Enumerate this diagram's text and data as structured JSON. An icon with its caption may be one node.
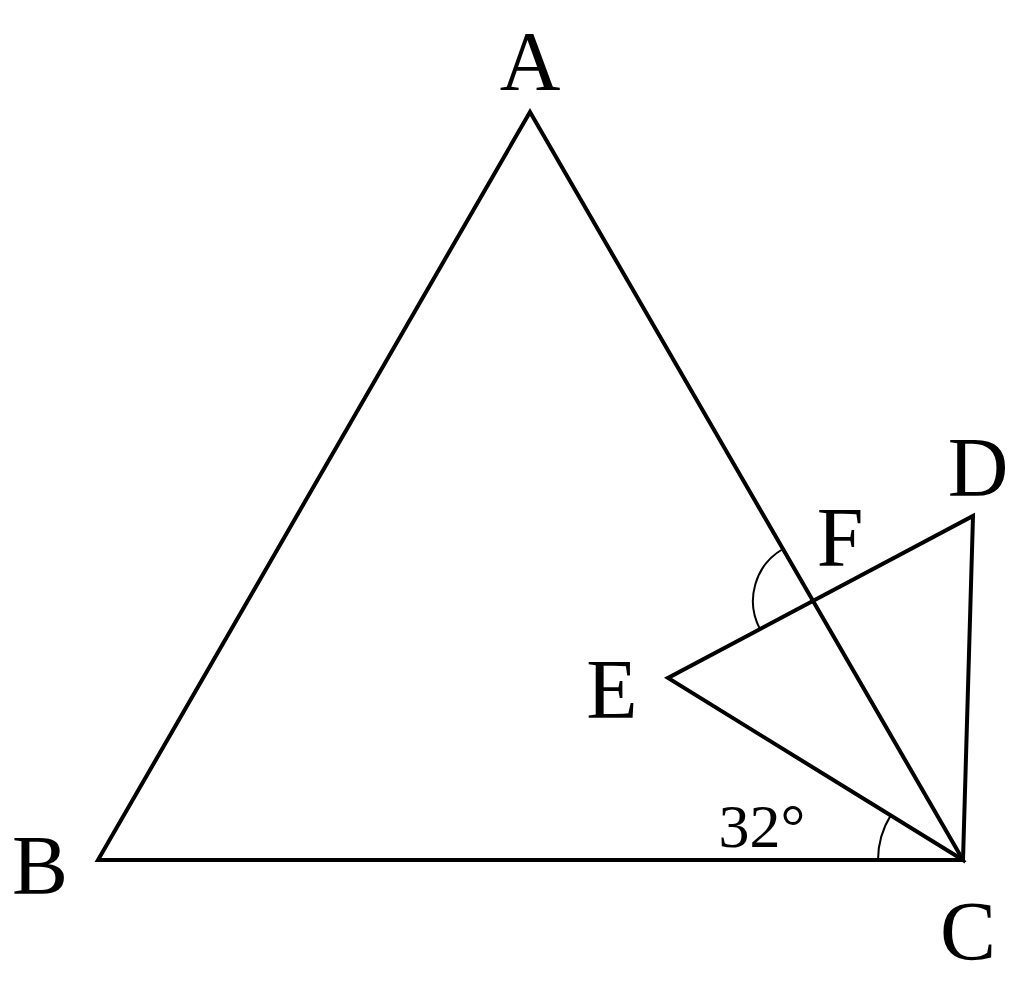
{
  "diagram": {
    "labels": [
      "A",
      "D",
      "F",
      "E",
      "32°",
      "B",
      "C"
    ]
  }
}
